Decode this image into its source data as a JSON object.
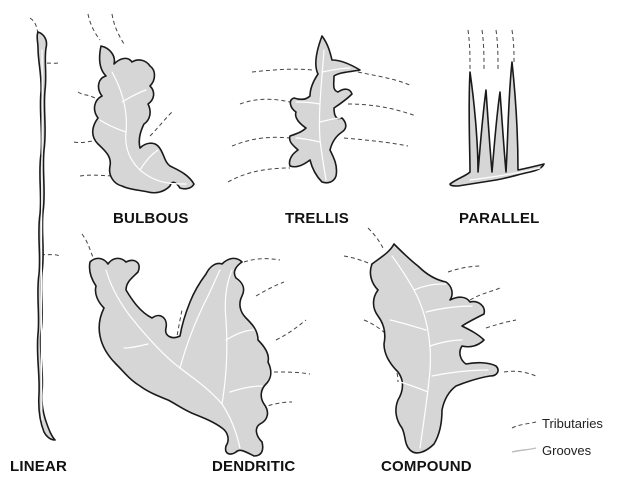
{
  "labels": {
    "linear": "LINEAR",
    "bulbous": "BULBOUS",
    "trellis": "TRELLIS",
    "parallel": "PARALLEL",
    "dendritic": "DENDRITIC",
    "compound": "COMPOUND"
  },
  "legend": {
    "tributaries": "Tributaries",
    "grooves": "Grooves"
  },
  "colors": {
    "fill": "#d6d6d6",
    "outline": "#1a1a1a",
    "tributary": "#444444",
    "groove": "#ffffff",
    "legend_groove": "#bdbdbd"
  }
}
